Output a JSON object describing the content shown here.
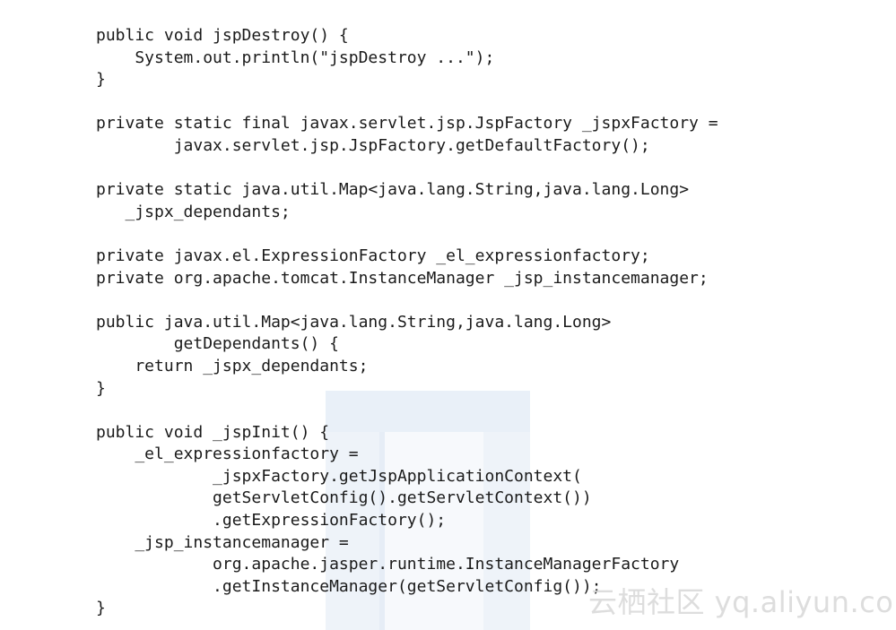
{
  "code": {
    "lines": [
      "public void jspDestroy() {",
      "    System.out.println(\"jspDestroy ...\");",
      "}",
      "",
      "private static final javax.servlet.jsp.JspFactory _jspxFactory =",
      "        javax.servlet.jsp.JspFactory.getDefaultFactory();",
      "",
      "private static java.util.Map<java.lang.String,java.lang.Long>",
      "   _jspx_dependants;",
      "",
      "private javax.el.ExpressionFactory _el_expressionfactory;",
      "private org.apache.tomcat.InstanceManager _jsp_instancemanager;",
      "",
      "public java.util.Map<java.lang.String,java.lang.Long>",
      "        getDependants() {",
      "    return _jspx_dependants;",
      "}",
      "",
      "public void _jspInit() {",
      "    _el_expressionfactory =",
      "            _jspxFactory.getJspApplicationContext(",
      "            getServletConfig().getServletContext())",
      "            .getExpressionFactory();",
      "    _jsp_instancemanager =",
      "            org.apache.jasper.runtime.InstanceManagerFactory",
      "            .getInstanceManager(getServletConfig());",
      "}"
    ]
  },
  "watermark": {
    "text": "云栖社区 yq.aliyun.com"
  }
}
